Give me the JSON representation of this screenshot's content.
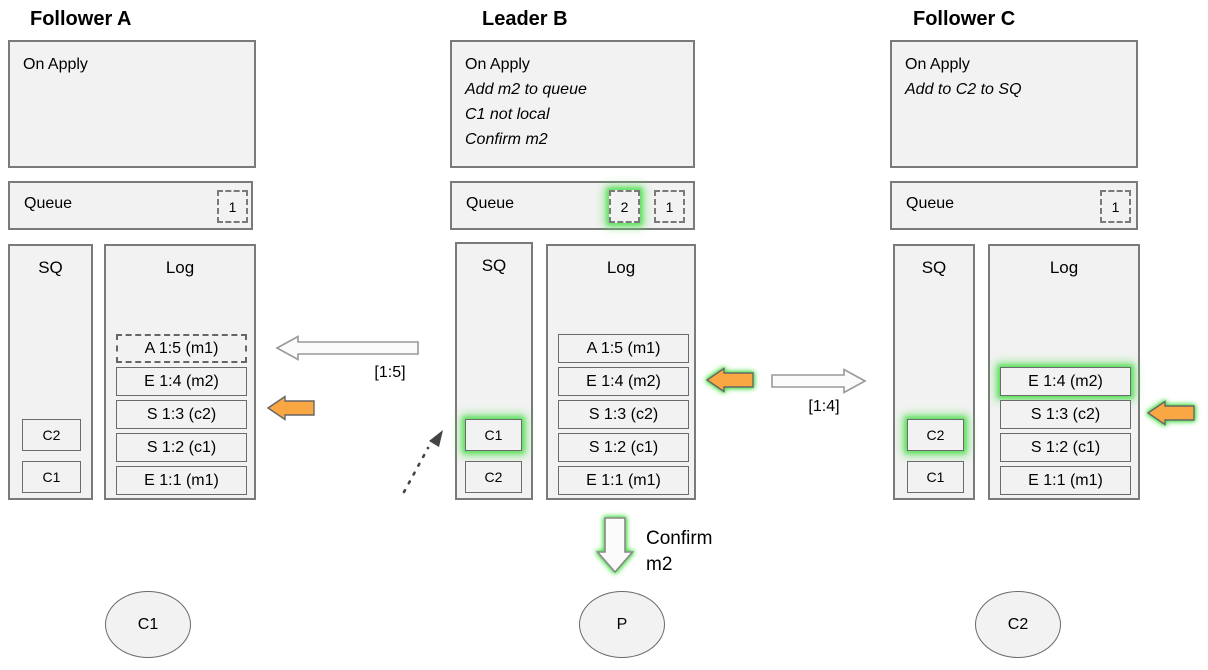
{
  "nodes": {
    "follower_a": {
      "title": "Follower A",
      "on_apply_title": "On Apply",
      "notes": [],
      "queue_label": "Queue",
      "queue_items": [
        "1"
      ],
      "sq_label": "SQ",
      "sq_items": [
        "C2",
        "C1"
      ],
      "log_label": "Log",
      "log_entries": [
        "A 1:5 (m1)",
        "E 1:4 (m2)",
        "S 1:3 (c2)",
        "S 1:2 (c1)",
        "E 1:1 (m1)"
      ]
    },
    "leader_b": {
      "title": "Leader B",
      "on_apply_title": "On Apply",
      "notes": [
        "Add m2 to queue",
        "C1 not local",
        "Confirm m2"
      ],
      "queue_label": "Queue",
      "queue_items": [
        "2",
        "1"
      ],
      "sq_label": "SQ",
      "sq_items": [
        "C1",
        "C2"
      ],
      "log_label": "Log",
      "log_entries": [
        "A 1:5 (m1)",
        "E 1:4 (m2)",
        "S 1:3 (c2)",
        "S 1:2 (c1)",
        "E 1:1 (m1)"
      ]
    },
    "follower_c": {
      "title": "Follower C",
      "on_apply_title": "On Apply",
      "notes": [
        "Add to C2 to SQ"
      ],
      "queue_label": "Queue",
      "queue_items": [
        "1"
      ],
      "sq_label": "SQ",
      "sq_items": [
        "C2",
        "C1"
      ],
      "log_label": "Log",
      "log_entries": [
        "E 1:4 (m2)",
        "S 1:3 (c2)",
        "S 1:2 (c1)",
        "E 1:1 (m1)"
      ]
    }
  },
  "edges": {
    "append_to_a_label": "[1:5]",
    "append_to_c_label": "[1:4]",
    "confirm_line1": "Confirm",
    "confirm_line2": "m2"
  },
  "clients": {
    "c1": "C1",
    "p": "P",
    "c2": "C2"
  },
  "colors": {
    "highlight_green": "#5fe05f",
    "arrow_orange": "#f9a742",
    "arrow_white": "#fbfbfb",
    "box_fill": "#f2f2f2",
    "box_border": "#7a7a7a"
  }
}
